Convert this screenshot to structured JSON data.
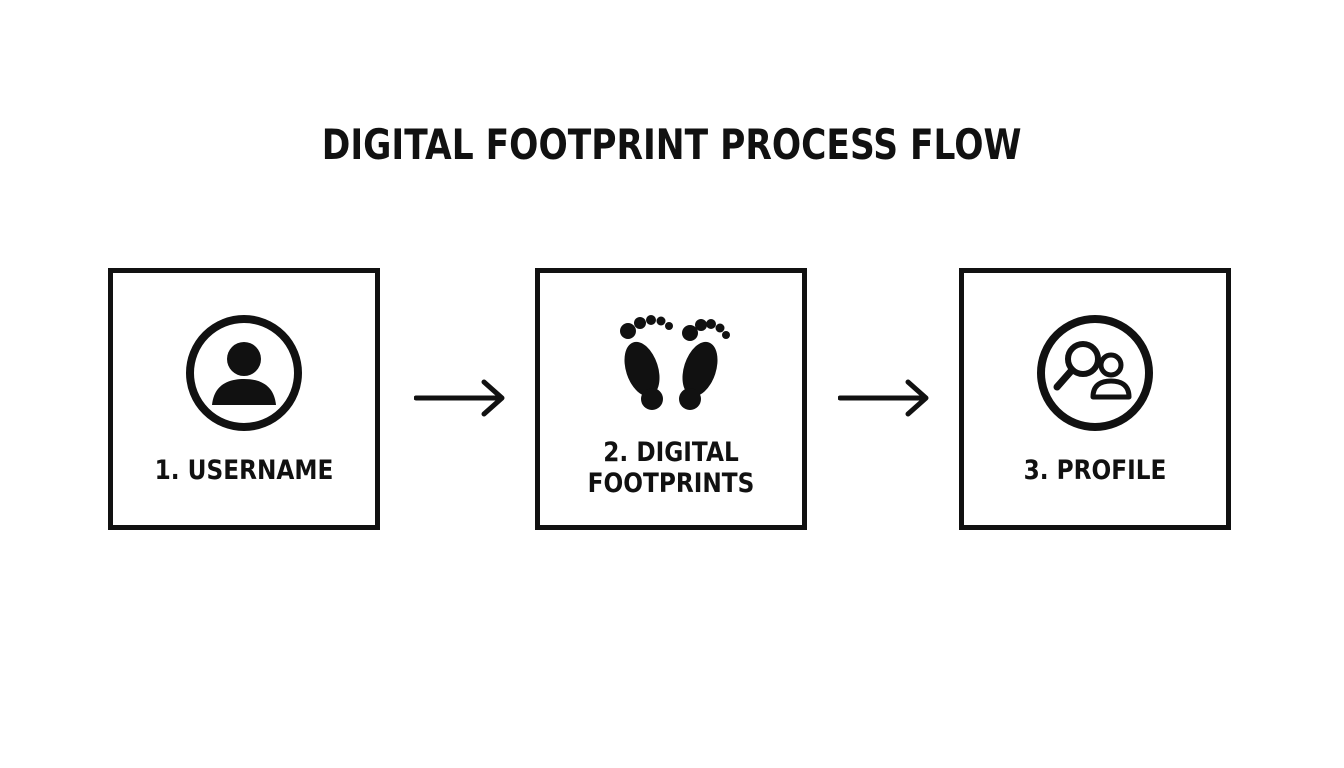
{
  "title": "DIGITAL FOOTPRINT PROCESS FLOW",
  "steps": [
    {
      "label": "1. USERNAME",
      "icon": "user-circle-icon"
    },
    {
      "label": "2. DIGITAL\nFOOTPRINTS",
      "icon": "footprints-icon"
    },
    {
      "label": "3. PROFILE",
      "icon": "profile-search-icon"
    }
  ],
  "arrows": [
    "arrow-right-icon",
    "arrow-right-icon"
  ],
  "colors": {
    "ink": "#111111",
    "background": "#ffffff"
  }
}
